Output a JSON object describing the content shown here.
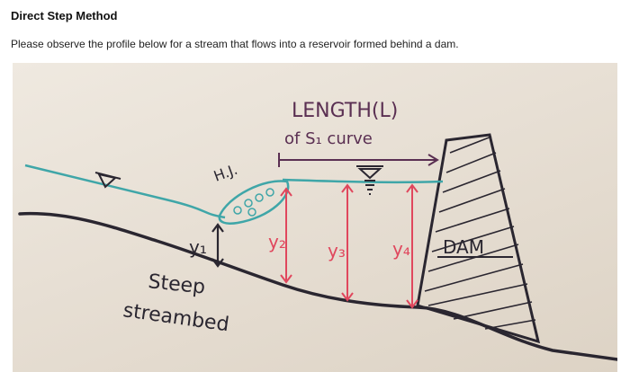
{
  "page": {
    "title": "Direct Step Method",
    "intro": "Please observe the profile below for a stream that flows into a reservoir formed behind a dam."
  },
  "sketch": {
    "length_label": "LENGTH(L)",
    "curve_label": "of S₁ curve",
    "hj_label": "H.J.",
    "depth_labels": [
      "y₁",
      "y₂",
      "y₃",
      "y₄"
    ],
    "dam_label": "DAM",
    "bed_label_line1": "Steep",
    "bed_label_line2": "streambed",
    "colors": {
      "ink": "#2a2630",
      "water": "#3fa6a8",
      "depth": "#e0475d",
      "length_arrow": "#5a2f52"
    }
  }
}
